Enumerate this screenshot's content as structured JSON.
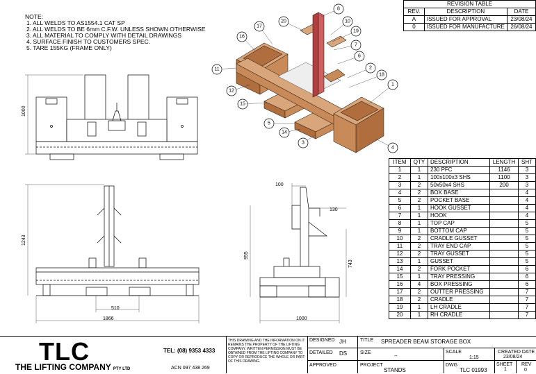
{
  "notes": {
    "heading": "NOTE:",
    "lines": [
      "1. ALL WELDS TO AS1554.1 CAT SP",
      "2. ALL WELDS TO BE 6mm C.F.W. UNLESS SHOWN OTHERWISE",
      "3. ALL MATERIAL TO COMPLY WITH DETAIL DRAWINGS",
      "4. SURFACE FINISH TO CUSTOMERS SPEC.",
      "5. TARE 155KG (FRAME ONLY)"
    ]
  },
  "revision_table": {
    "title": "REVISION TABLE",
    "headers": [
      "REV.",
      "DESCRIPTION",
      "DATE"
    ],
    "rows": [
      [
        "A",
        "ISSUED FOR APPROVAL",
        "23/08/24"
      ],
      [
        "0",
        "ISSUED FOR MANUFACTURE",
        "26/08/24"
      ]
    ]
  },
  "bom": {
    "headers": [
      "ITEM",
      "QTY",
      "DESCRIPTION",
      "LENGTH",
      "SHT"
    ],
    "rows": [
      [
        "1",
        "1",
        "230 PFC",
        "1146",
        "3"
      ],
      [
        "2",
        "1",
        "100x100x3 SHS",
        "1100",
        "3"
      ],
      [
        "3",
        "2",
        "50x50x4 SHS",
        "200",
        "3"
      ],
      [
        "4",
        "2",
        "BOX BASE",
        "",
        "4"
      ],
      [
        "5",
        "2",
        "POCKET BASE",
        "",
        "4"
      ],
      [
        "6",
        "1",
        "HOOK GUSSET",
        "",
        "4"
      ],
      [
        "7",
        "1",
        "HOOK",
        "",
        "4"
      ],
      [
        "8",
        "1",
        "TOP CAP",
        "",
        "5"
      ],
      [
        "9",
        "1",
        "BOTTOM CAP",
        "",
        "5"
      ],
      [
        "10",
        "2",
        "CRADLE GUSSET",
        "",
        "5"
      ],
      [
        "11",
        "2",
        "TRAY END CAP",
        "",
        "5"
      ],
      [
        "12",
        "2",
        "TRAY GUSSET",
        "",
        "5"
      ],
      [
        "13",
        "1",
        "GUSSET",
        "",
        "5"
      ],
      [
        "14",
        "2",
        "FORK POCKET",
        "",
        "6"
      ],
      [
        "15",
        "1",
        "TRAY PRESSING",
        "",
        "6"
      ],
      [
        "16",
        "4",
        "BOX PRESSING",
        "",
        "6"
      ],
      [
        "17",
        "2",
        "OUTTER PRESSING",
        "",
        "7"
      ],
      [
        "18",
        "2",
        "CRADLE",
        "",
        "7"
      ],
      [
        "19",
        "1",
        "LH CRADLE",
        "",
        "7"
      ],
      [
        "20",
        "1",
        "RH CRADLE",
        "",
        "7"
      ]
    ]
  },
  "dimensions": {
    "front_height": "1000",
    "elev_height": "1243",
    "elev_width": "1866",
    "elev_inner": "510",
    "side_top": "100",
    "side_offset": "130",
    "side_height": "955",
    "side_inner_height": "743",
    "side_width": "1000"
  },
  "balloons": [
    "8",
    "20",
    "17",
    "16",
    "10",
    "19",
    "7",
    "6",
    "11",
    "2",
    "18",
    "1",
    "12",
    "15",
    "5",
    "14",
    "3",
    "4"
  ],
  "title_block": {
    "company": "TLC",
    "company_full": "THE LIFTING COMPANY",
    "pty": "PTY LTD",
    "tel": "TEL: (08) 9353 4333",
    "acn": "ACN 097 438 269",
    "disclaimer": "THIS DRAWING AND THE INFORMATION ON IT REMAINS THE PROPERTY OF THE LIFTING COMPANY. WRITTEN PERMISSION MUST BE OBTAINED FROM THE LIFTING COMPANY TO COPY OR REPRODUCE THE WHOLE OR PART OF THIS DRAWING.",
    "designed_label": "DESIGNED",
    "designed_value": "JH",
    "detailed_label": "DETAILED",
    "detailed_value": "DS",
    "approved_label": "APPROVED",
    "title_label": "TITLE",
    "title_value": "SPREADER BEAM STORAGE BOX",
    "size_label": "SIZE",
    "size_value": "--",
    "scale_label": "SCALE",
    "scale_value": "1:15",
    "created_label": "CREATED DATE",
    "created_value": "23/08/24",
    "project_label": "PROJECT",
    "project_value": "STANDS",
    "dwg_label": "DWG",
    "dwg_value": "TLC 01993",
    "sheet_label": "SHEET",
    "sheet_value": "1",
    "rev_label": "REV",
    "rev_value": "0"
  }
}
